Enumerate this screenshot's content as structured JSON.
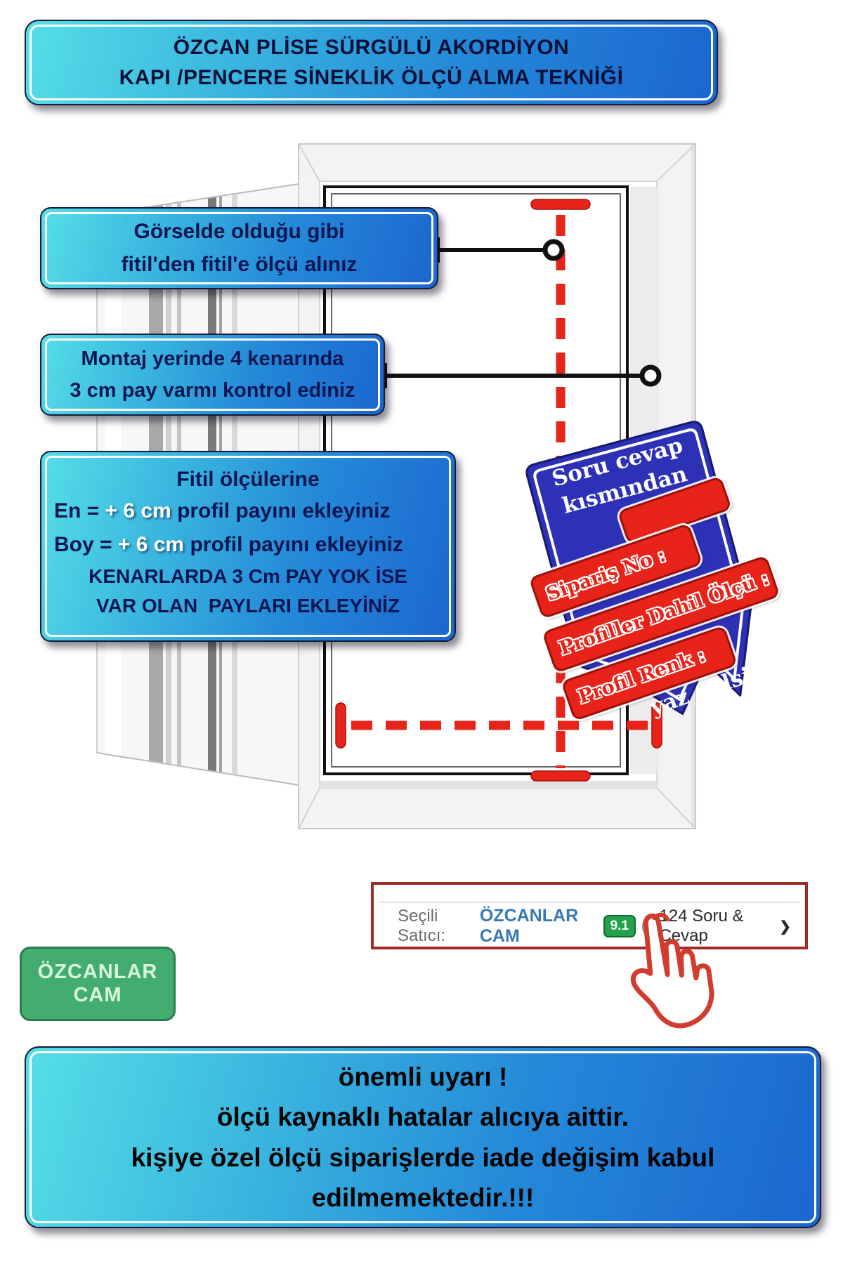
{
  "colors": {
    "banner_gradient_start": "#55dfe7",
    "banner_gradient_end": "#1b66cf",
    "box_text_navy": "#0c1652",
    "ribbon_blue": "#2d31b5",
    "measure_red": "#e8231a",
    "seller_border_red": "#9e2b25",
    "seller_name_blue": "#3779b5",
    "rating_green": "#23a14b",
    "badge_green": "#42ad6e"
  },
  "title_banner": {
    "line1": "ÖZCAN PLİSE SÜRGÜLÜ AKORDİYON",
    "line2": "KAPI /PENCERE SİNEKLİK ÖLÇÜ ALMA TEKNİĞİ"
  },
  "box_measure_hint": {
    "line1": "Görselde olduğu gibi",
    "line2": "fitil'den fitil'e ölçü alınız"
  },
  "box_clearance": {
    "line1": "Montaj yerinde 4 kenarında",
    "line2": "3 cm pay varmı kontrol ediniz"
  },
  "box_formula": {
    "title": "Fitil ölçülerine",
    "en_prefix": "En = ",
    "en_highlight": "+ 6 cm",
    "en_suffix": " profil payını ekleyiniz",
    "boy_prefix": "Boy = ",
    "boy_highlight": "+ 6 cm",
    "boy_suffix": " profil payını ekleyiniz",
    "note_line1": "KENARLARDA 3 Cm PAY YOK İSE",
    "note_line2": "VAR OLAN  PAYLARI EKLEYİNİZ"
  },
  "ribbon": {
    "header_line1": "Soru cevap",
    "header_line2": "kısmından",
    "field_order_no": "Sipariş No :",
    "field_size": "Profiller Dahil Ölçü :",
    "field_color": "Profil Renk :",
    "footer": "yaz gelsin"
  },
  "seller_bar": {
    "label": "Seçili Satıcı:",
    "seller": "ÖZCANLAR CAM",
    "rating": "9.1",
    "info_icon": "i",
    "qa_text": "124 Soru & Cevap",
    "chevron": "❯"
  },
  "seller_badge": {
    "line1": "ÖZCANLAR",
    "line2": "CAM"
  },
  "warning_banner": {
    "line1": "önemli uyarı !",
    "line2": "ölçü kaynaklı hatalar alıcıya aittir.",
    "line3": "kişiye özel ölçü siparişlerde iade değişim kabul",
    "line4": "edilmemektedir.!!!"
  }
}
